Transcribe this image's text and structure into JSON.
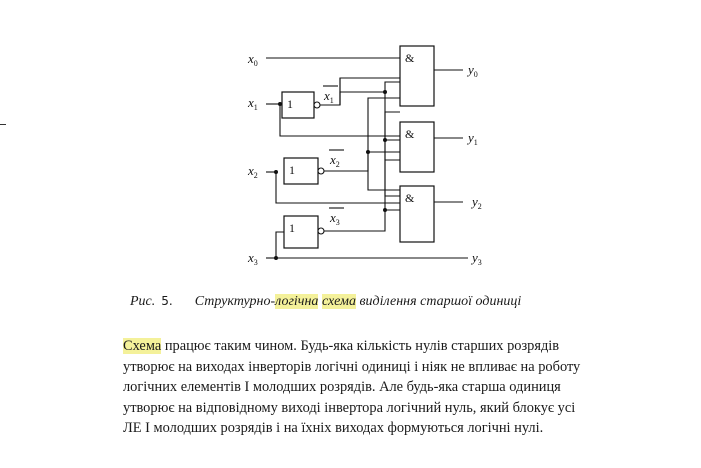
{
  "diagram": {
    "inputs": [
      {
        "name": "x",
        "sub": "0"
      },
      {
        "name": "x",
        "sub": "1"
      },
      {
        "name": "x",
        "sub": "2"
      },
      {
        "name": "x",
        "sub": "3"
      }
    ],
    "inverted": [
      {
        "name": "x",
        "sub": "1"
      },
      {
        "name": "x",
        "sub": "2"
      },
      {
        "name": "x",
        "sub": "3"
      }
    ],
    "outputs": [
      {
        "name": "y",
        "sub": "0"
      },
      {
        "name": "y",
        "sub": "1"
      },
      {
        "name": "y",
        "sub": "2"
      },
      {
        "name": "y",
        "sub": "3"
      }
    ],
    "not_label": "1",
    "and_label": "&"
  },
  "caption": {
    "prefix": "Рис.",
    "number": "5.",
    "title_start": "Структурно-",
    "title_hl1": "логічна",
    "title_hl2": "схема",
    "title_end": "виділення старшої одиниці"
  },
  "paragraph": {
    "first_word": "Схема",
    "line1_rest": " працює таким чином. Будь-яка кількість нулів старших розрядів",
    "line2": "утворює на виходах інверторів логічні одиниці і ніяк не впливає на роботу",
    "line3": "логічних елементів І молодших розрядів. Але будь-яка старша одиниця",
    "line4": "утворює на відповідному виході інвертора логічний нуль, який блокує усі",
    "line5": "ЛЕ І молодших розрядів і на їхніх виходах формуються логічні нулі."
  }
}
